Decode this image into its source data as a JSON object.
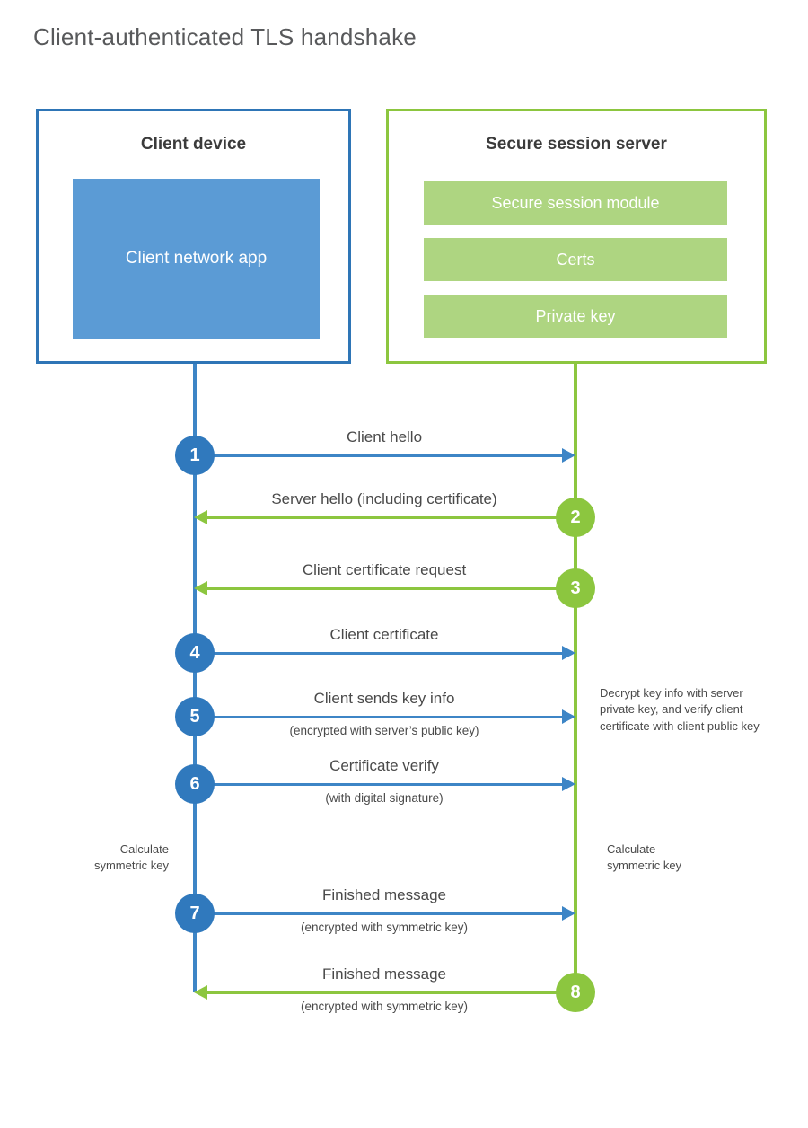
{
  "title": "Client-authenticated TLS handshake",
  "colors": {
    "client_border": "#2e75b6",
    "client_line": "#3d85c6",
    "client_badge": "#3079bd",
    "client_app_fill": "#5b9bd5",
    "server_border": "#8cc63f",
    "server_line": "#8cc63f",
    "server_badge": "#8cc63f",
    "server_bar_fill": "#aed581",
    "title_text": "#58595b",
    "body_text": "#4a4a4a",
    "heading_text": "#3b3b3b",
    "background": "#ffffff"
  },
  "client": {
    "title": "Client device",
    "app_label": "Client network app",
    "calculate_note": "Calculate\nsymmetric key"
  },
  "server": {
    "title": "Secure session server",
    "modules": [
      "Secure session module",
      "Certs",
      "Private key"
    ],
    "decrypt_note": "Decrypt key info with server private key, and verify client certificate with client public key",
    "calculate_note": "Calculate\nsymmetric key"
  },
  "steps": [
    {
      "number": "1",
      "label": "Client hello",
      "sublabel": "",
      "direction": "client-to-server",
      "badge_side": "client",
      "color": "blue"
    },
    {
      "number": "2",
      "label": "Server hello (including certificate)",
      "sublabel": "",
      "direction": "server-to-client",
      "badge_side": "server",
      "color": "green"
    },
    {
      "number": "3",
      "label": "Client certificate request",
      "sublabel": "",
      "direction": "server-to-client",
      "badge_side": "server",
      "color": "green"
    },
    {
      "number": "4",
      "label": "Client certificate",
      "sublabel": "",
      "direction": "client-to-server",
      "badge_side": "client",
      "color": "blue"
    },
    {
      "number": "5",
      "label": "Client sends key info",
      "sublabel": "(encrypted with server’s public key)",
      "direction": "client-to-server",
      "badge_side": "client",
      "color": "blue"
    },
    {
      "number": "6",
      "label": "Certificate verify",
      "sublabel": "(with digital signature)",
      "direction": "client-to-server",
      "badge_side": "client",
      "color": "blue"
    },
    {
      "number": "7",
      "label": "Finished message",
      "sublabel": "(encrypted with symmetric key)",
      "direction": "client-to-server",
      "badge_side": "client",
      "color": "blue"
    },
    {
      "number": "8",
      "label": "Finished message",
      "sublabel": "(encrypted with symmetric key)",
      "direction": "server-to-client",
      "badge_side": "server",
      "color": "green"
    }
  ]
}
